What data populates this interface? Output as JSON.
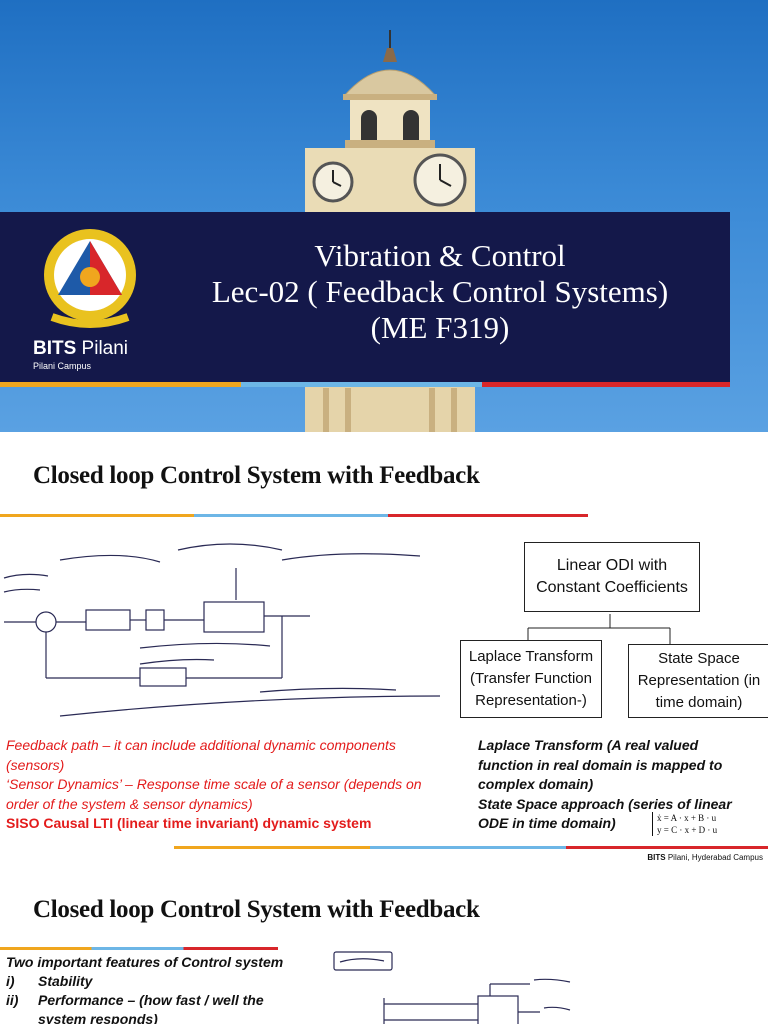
{
  "title_slide": {
    "title_lines": [
      "Vibration & Control",
      "Lec-02 ( Feedback Control Systems)",
      "(ME F319)"
    ],
    "brand_bold": "BITS",
    "brand_rest": " Pilani",
    "campus": "Pilani Campus"
  },
  "slide2": {
    "heading": "Closed loop Control System with Feedback",
    "diagram": {
      "root": "Linear ODI with Constant Coefficients",
      "left_child": "Laplace Transform (Transfer Function Representation-)",
      "right_child": "State Space Representation (in time domain)"
    },
    "red_notes": [
      "Feedback path – it can include additional dynamic components (sensors)",
      "‘Sensor Dynamics’ – Response time scale of a sensor (depends on order of the system &  sensor dynamics)"
    ],
    "red_note_bold": "SISO Causal LTI (linear time invariant) dynamic system",
    "black_notes": [
      "Laplace Transform (A real valued function in real domain is mapped to complex domain)",
      "State Space approach (series of linear ODE in time domain)"
    ],
    "equations": [
      "ẋ = A · x + B · u",
      "y = C · x + D · u"
    ],
    "footer_bold": "BITS",
    "footer_rest": " Pilani, Hyderabad Campus"
  },
  "slide3": {
    "heading": "Closed loop Control System with Feedback",
    "intro": "Two important features of Control system",
    "items": [
      {
        "num": "i)",
        "text": "Stability"
      },
      {
        "num": "ii)",
        "text": "Performance – (how fast / well the"
      }
    ],
    "continuation": "system responds)"
  },
  "colors": {
    "navy": "#14184a",
    "sky": "#3b8ad6",
    "red": "#e31b1b",
    "orange": "#f0a61e",
    "blue": "#6db6e6"
  }
}
